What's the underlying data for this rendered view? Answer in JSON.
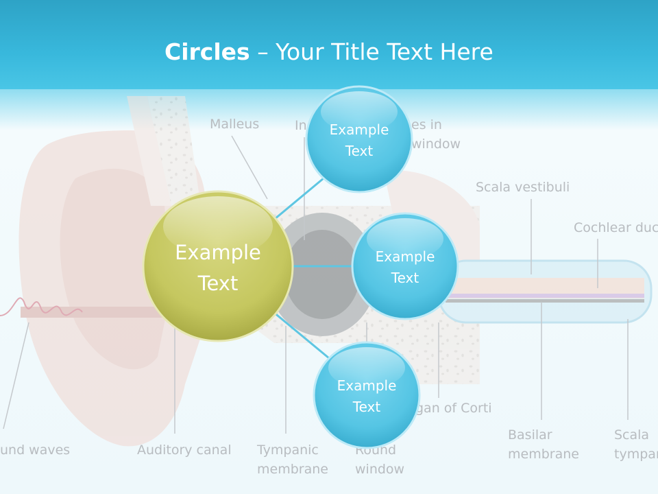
{
  "slide": {
    "title_strong": "Circles",
    "title_rest": " – Your Title Text Here"
  },
  "background_labels": {
    "malleus": "Malleus",
    "incus_partial": "In",
    "oval_window_1": "es in",
    "oval_window_2": "window",
    "scala_vestibuli": "Scala vestibuli",
    "cochlear_duct": "Cochlear duc",
    "organ_of_corti": "gan of Corti",
    "sound_waves": "und waves",
    "auditory_canal": "Auditory canal",
    "tympanic_1": "Tympanic",
    "tympanic_2": "membrane",
    "round_1": "Round",
    "round_2": "window",
    "basilar_1": "Basilar",
    "basilar_2": "membrane",
    "scala_tympani_1": "Scala",
    "scala_tympani_2": "tympan"
  },
  "circles": {
    "center": {
      "line1": "Example",
      "line2": "Text"
    },
    "top": {
      "line1": "Example",
      "line2": "Text"
    },
    "right": {
      "line1": "Example",
      "line2": "Text"
    },
    "bottom": {
      "line1": "Example",
      "line2": "Text"
    }
  },
  "colors": {
    "header": "#38b8dc",
    "center_circle": "#c9c96a",
    "satellite_circle": "#5ccbe8",
    "connector": "#5ec6e2"
  }
}
